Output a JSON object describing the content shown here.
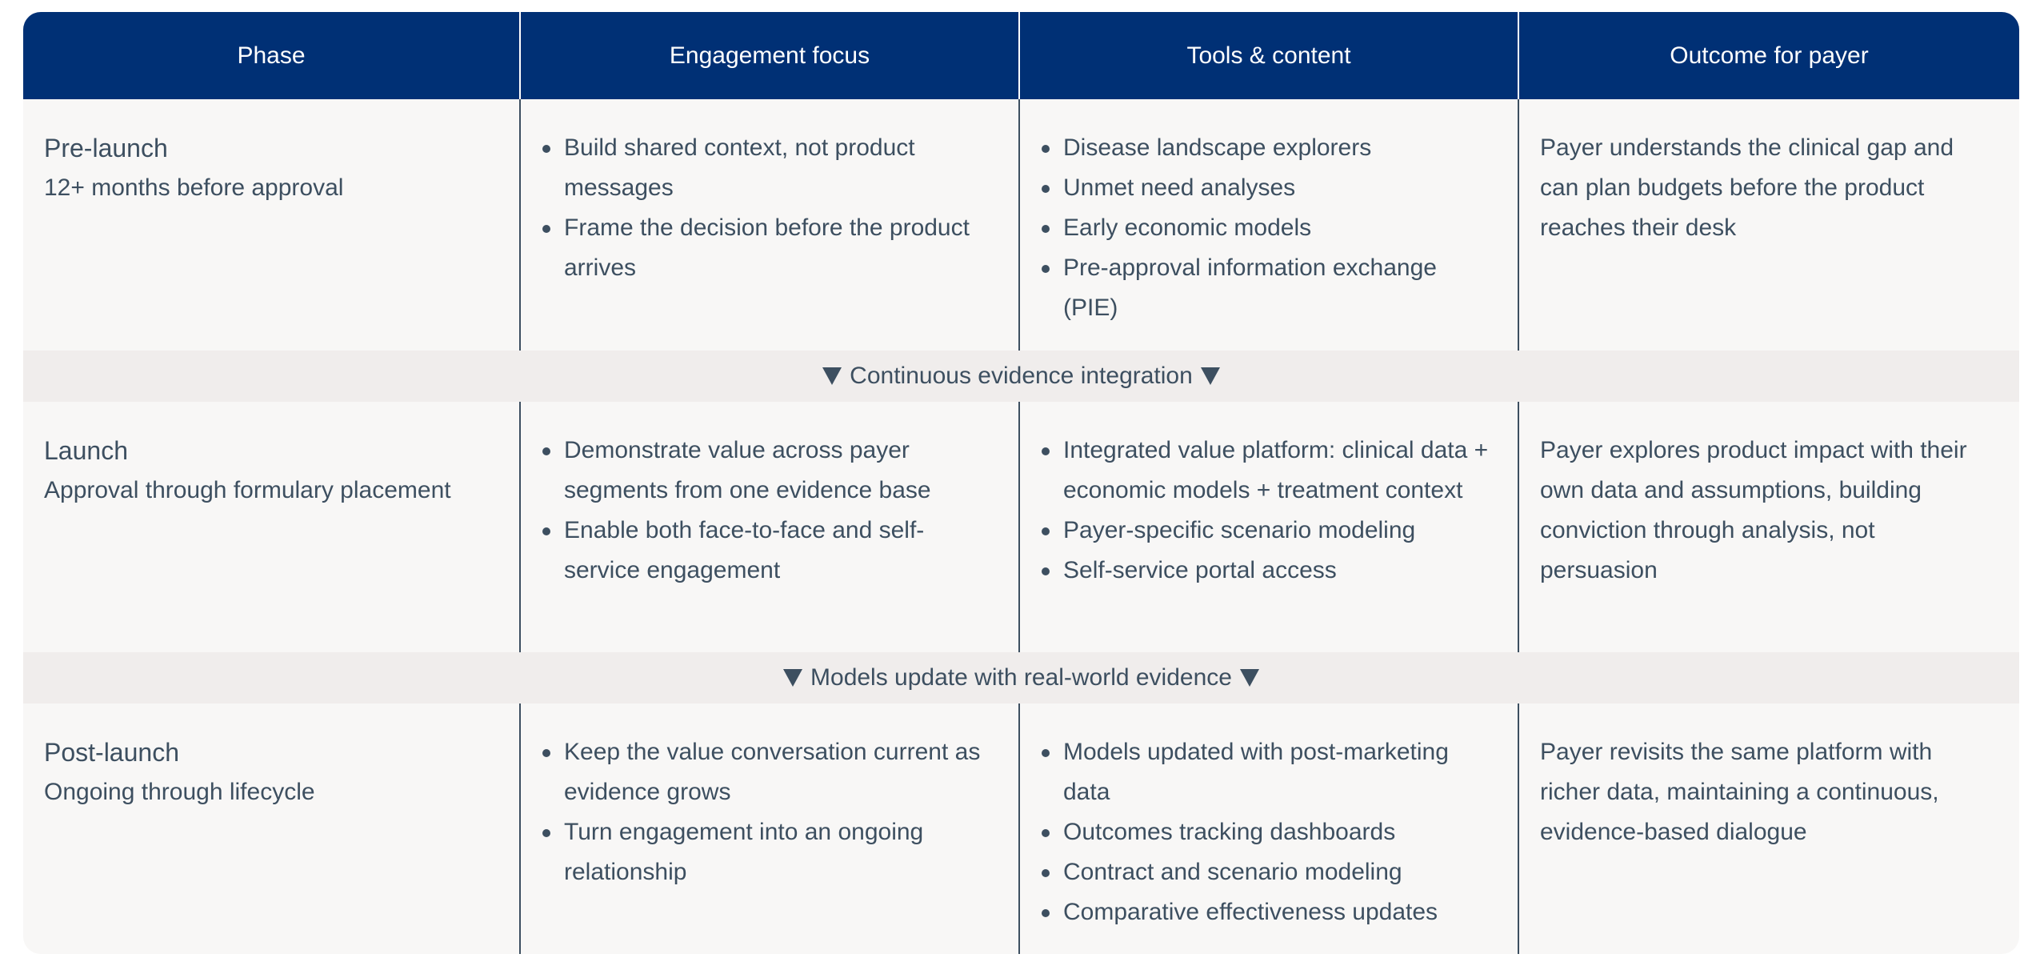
{
  "header": [
    "Phase",
    "Engagement focus",
    "Tools & content",
    "Outcome for payer"
  ],
  "rows": [
    {
      "phase": "Pre-launch",
      "timing": "12+ months before approval",
      "focus": [
        "Build shared context, not product messages",
        "Frame the decision before the product arrives"
      ],
      "tools": [
        "Disease landscape explorers",
        "Unmet need analyses",
        "Early economic models",
        "Pre-approval information exchange (PIE)"
      ],
      "outcome": "Payer understands the clinical gap and can plan budgets before the product reaches their desk"
    },
    {
      "phase": "Launch",
      "timing": "Approval through formulary placement",
      "focus": [
        "Demonstrate value across payer segments from one evidence base",
        "Enable both face-to-face and self-service engagement"
      ],
      "tools": [
        "Integrated value platform: clinical data + economic models + treatment context",
        "Payer-specific scenario modeling",
        "Self-service portal access"
      ],
      "outcome": "Payer explores product impact with their own data and assumptions, building conviction through analysis, not persuasion"
    },
    {
      "phase": "Post-launch",
      "timing": "Ongoing through lifecycle",
      "focus": [
        "Keep the value conversation current as evidence grows",
        "Turn engagement into an ongoing relationship"
      ],
      "tools": [
        "Models updated with post-marketing data",
        "Outcomes tracking dashboards",
        "Contract and scenario modeling",
        "Comparative effectiveness updates"
      ],
      "outcome": "Payer revisits the same platform with richer data, maintaining a continuous, evidence-based dialogue"
    }
  ],
  "bands": [
    "Continuous evidence integration",
    "Models update with real-world evidence"
  ],
  "colors": {
    "header_bg": "#003075",
    "body_bg": "#f8f7f6",
    "band_bg": "#f0edec",
    "text": "#3d4f60"
  }
}
